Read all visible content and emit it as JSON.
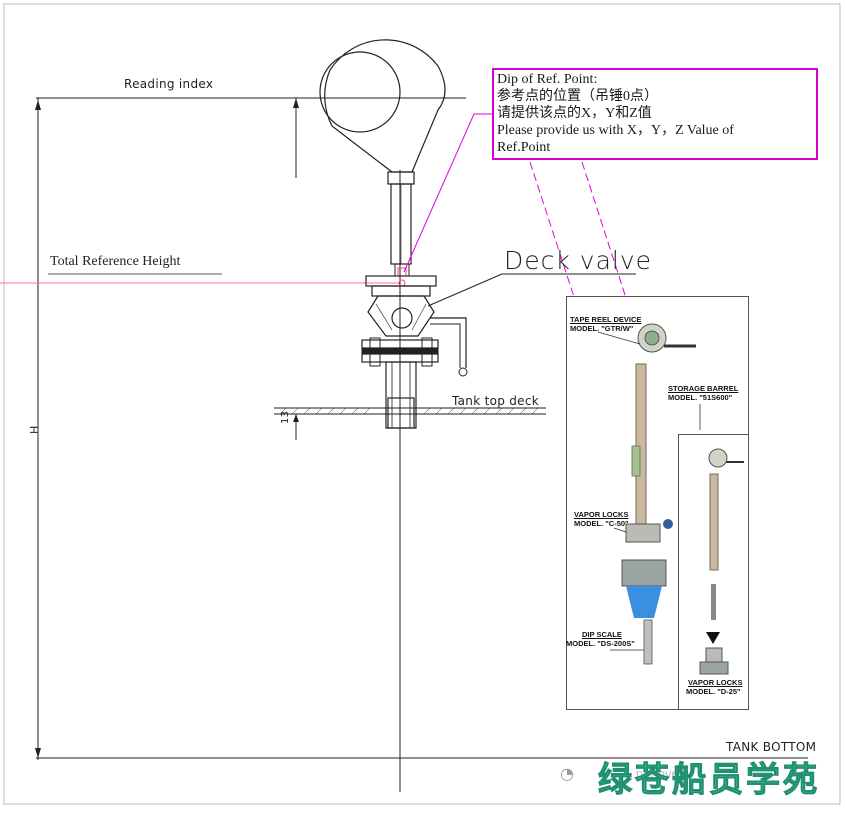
{
  "labels": {
    "reading_index": "Reading index",
    "total_reference_height": "Total Reference Height",
    "deck_valve": "Deck valve",
    "tank_top_deck": "Tank top deck",
    "dimension_13": "13",
    "dimension_h": "H",
    "tank_bottom": "TANK BOTTOM"
  },
  "callout": {
    "line1": "Dip of Ref. Point:",
    "line2": "参考点的位置（吊锤0点）",
    "line3": "请提供该点的X，Y和Z值",
    "line4": "Please provide us with X，Y，Z Value of",
    "line5": "Ref.Point"
  },
  "product_photo": {
    "tape_reel": {
      "title": "TAPE REEL DEVICE",
      "model": "MODEL. \"GTR/W\""
    },
    "storage_barrel": {
      "title": "STORAGE BARREL",
      "model": "MODEL. \"51S600\""
    },
    "vapor_locks_c50": {
      "title": "VAPOR LOCKS",
      "model": "MODEL. \"C-50\""
    },
    "dip_scale": {
      "title": "DIP SCALE",
      "model": "MODEL. \"DS-200S\""
    },
    "vapor_locks_d25": {
      "title": "VAPOR LOCKS",
      "model": "MODEL. \"D-25\""
    }
  },
  "watermark": {
    "text": "绿苍船员学苑",
    "sub": "ppnovec"
  },
  "colors": {
    "callout_border": "#d400d4",
    "reference_line": "#ff6fa5",
    "watermark": "#3cc9a0"
  }
}
